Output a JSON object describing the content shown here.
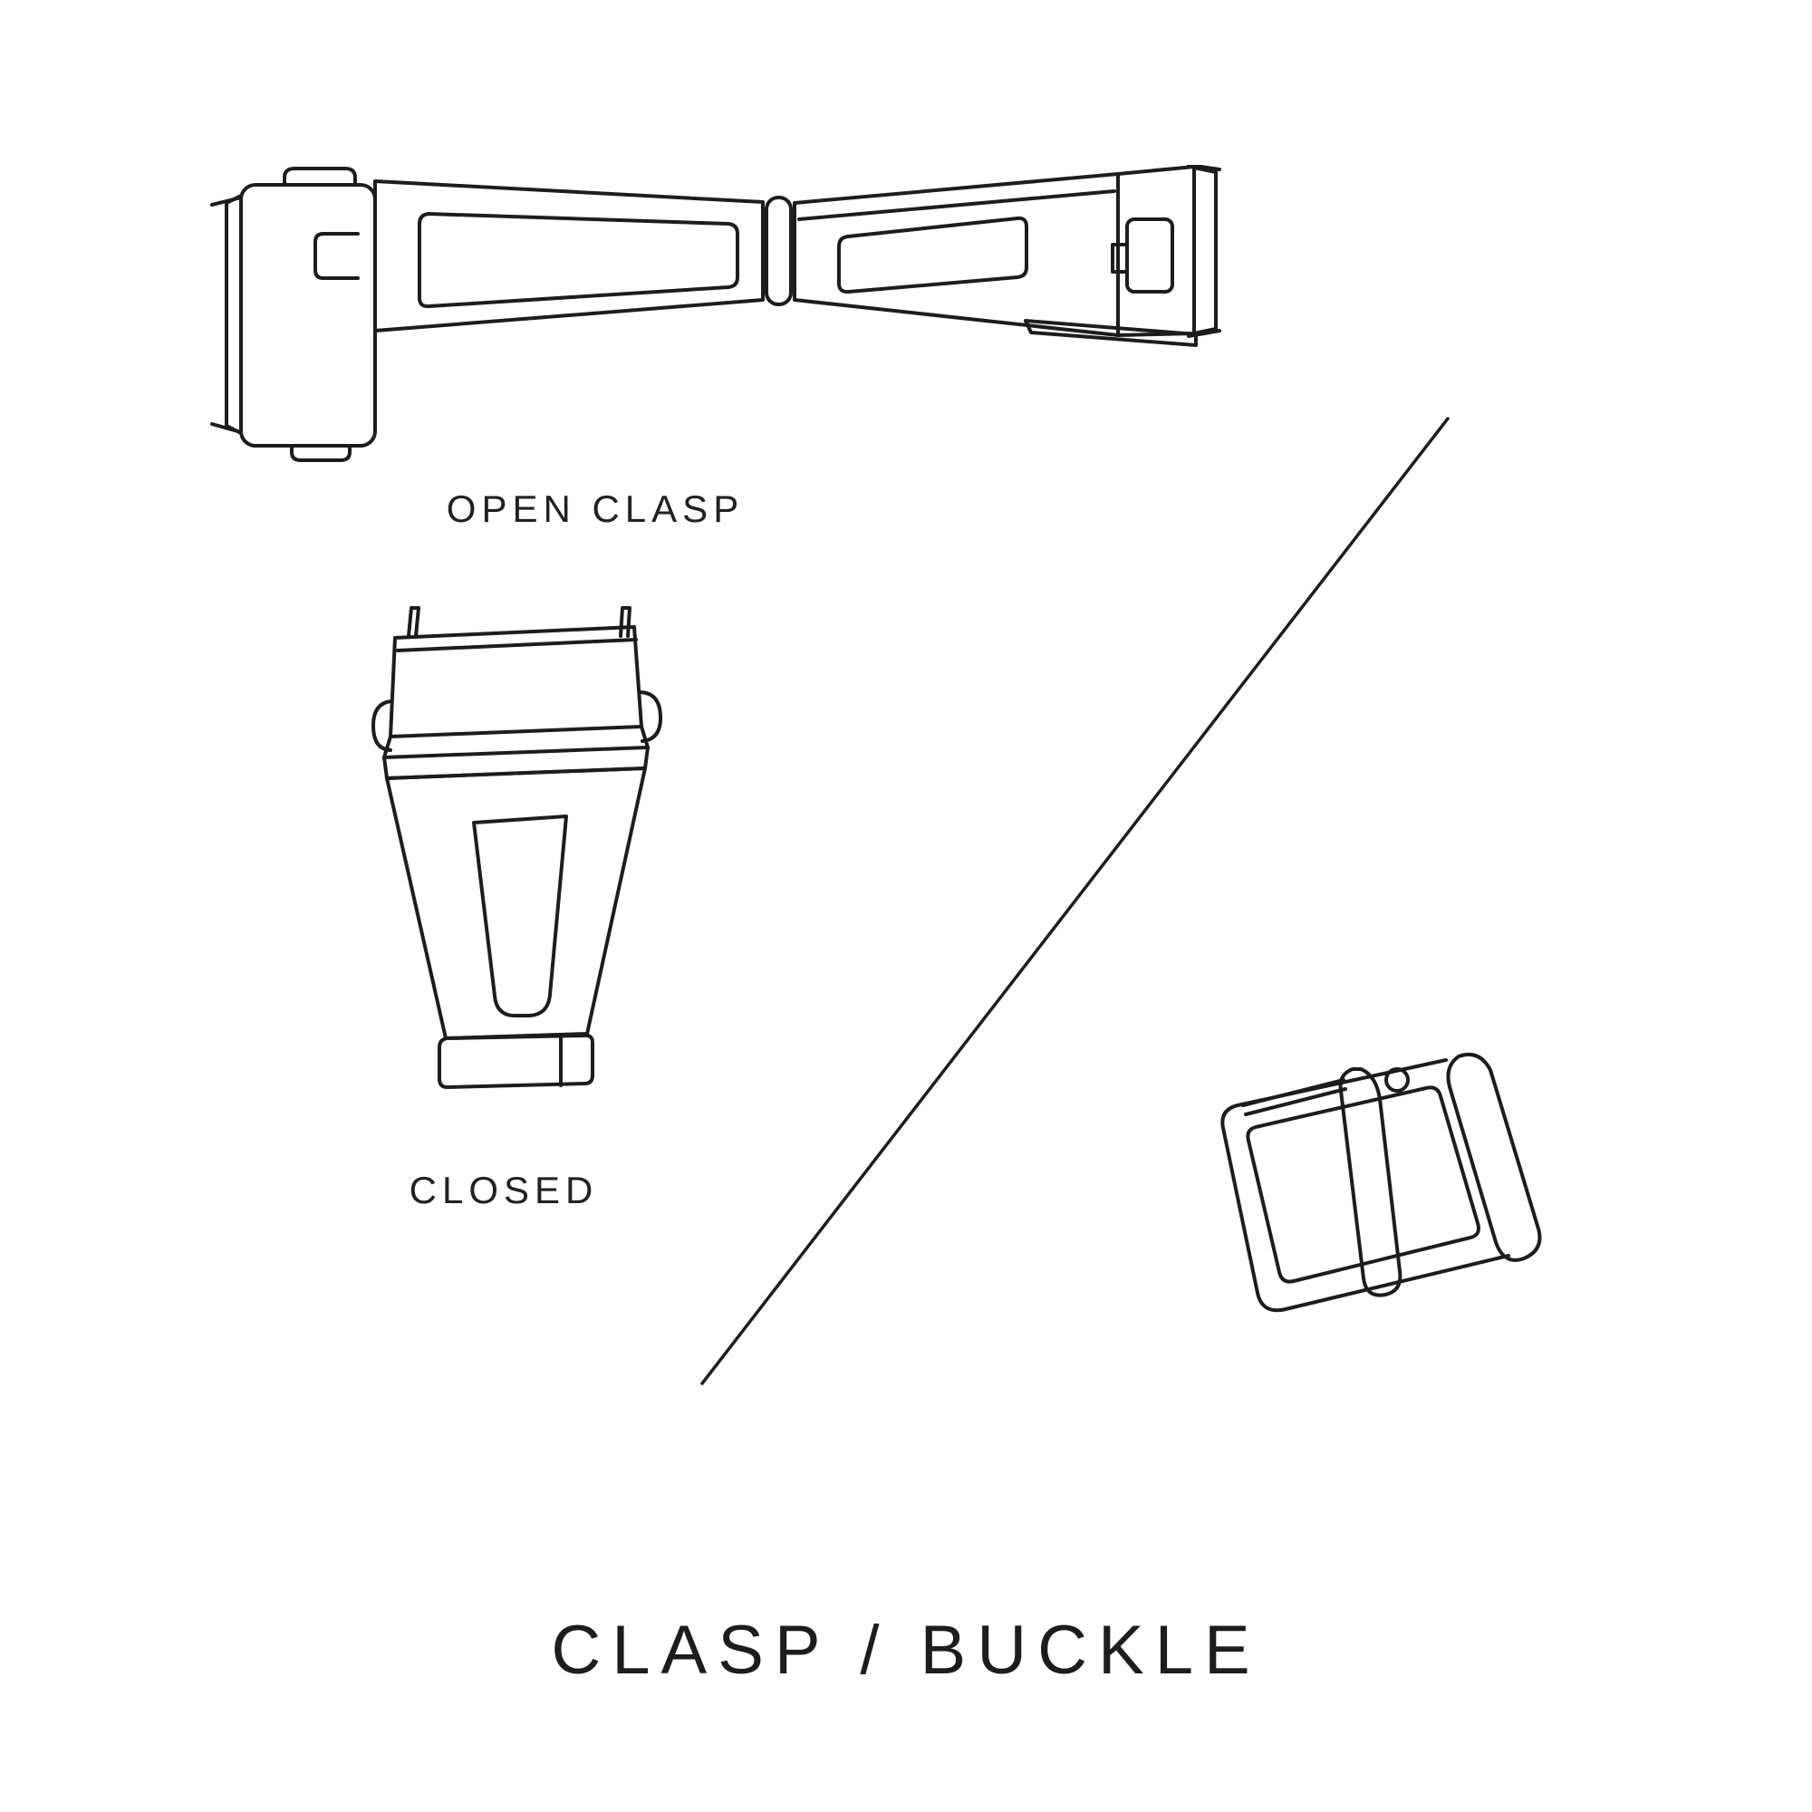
{
  "diagram": {
    "background_color": "#ffffff",
    "line_color": "#1d1d1d",
    "text_color": "#212121"
  },
  "labels": {
    "open_clasp": "OPEN CLASP",
    "closed": "CLOSED",
    "title": "CLASP / BUCKLE"
  }
}
